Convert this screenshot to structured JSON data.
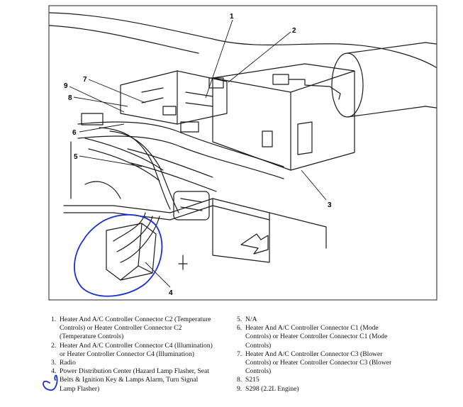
{
  "diagram": {
    "callouts": [
      "1",
      "2",
      "3",
      "4",
      "5",
      "6",
      "7",
      "8",
      "9"
    ],
    "annotation_color": "#1a2fd1"
  },
  "legend": {
    "left": [
      {
        "num": "1.",
        "text": "Heater And A/C Controller Connector C2 (Temperature Controls) or Heater Controller Connector C2 (Temperature Controls)"
      },
      {
        "num": "2.",
        "text": "Heater And A/C Controller Connector C4 (Illumination) or Heater Controller Connector C4 (Illumination)"
      },
      {
        "num": "3.",
        "text": "Radio"
      },
      {
        "num": "4.",
        "text": "Power Distribution Center (Hazard Lamp Flasher, Seat Belts & Ignition Key & Lamps Alarm, Turn Signal Lamp Flasher)"
      }
    ],
    "right": [
      {
        "num": "5.",
        "text": "N/A"
      },
      {
        "num": "6.",
        "text": "Heater And A/C Controller Connector C1 (Mode Controls) or Heater Controller Connector C1 (Mode Controls)"
      },
      {
        "num": "7.",
        "text": "Heater And A/C Controller Connector C3 (Blower Controls) or Heater Controller Connector C3 (Blower Controls)"
      },
      {
        "num": "8.",
        "text": "S215"
      },
      {
        "num": "9.",
        "text": "S298 (2.2L Engine)"
      }
    ]
  }
}
